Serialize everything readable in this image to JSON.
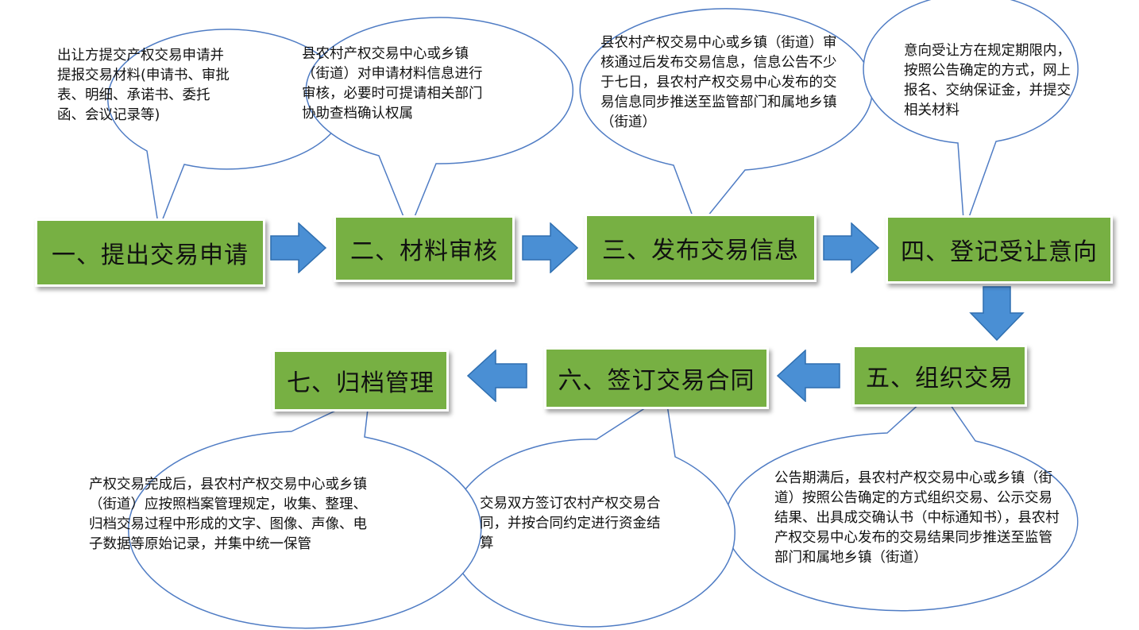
{
  "colors": {
    "step_fill": "#77b043",
    "arrow_fill": "#4a8fd4",
    "arrow_stroke": "#2f6fb0",
    "bubble_stroke": "#4f7cc4"
  },
  "steps": [
    {
      "label": "一、提出交易申请"
    },
    {
      "label": "二、材料审核"
    },
    {
      "label": "三、发布交易信息"
    },
    {
      "label": "四、登记受让意向"
    },
    {
      "label": "五、组织交易"
    },
    {
      "label": "六、签订交易合同"
    },
    {
      "label": "七、归档管理"
    }
  ],
  "bubbles": [
    {
      "text": "出让方提交产权交易申请并提报交易材料(申请书、审批表、明细、承诺书、委托函、会议记录等)"
    },
    {
      "text": "县农村产权交易中心或乡镇（街道）对申请材料信息进行审核，必要时可提请相关部门协助查档确认权属"
    },
    {
      "text": "县农村产权交易中心或乡镇（街道）审核通过后发布交易信息，信息公告不少于七日，县农村产权交易中心发布的交易信息同步推送至监管部门和属地乡镇（街道）"
    },
    {
      "text": "意向受让方在规定期限内，按照公告确定的方式，网上报名、交纳保证金，并提交相关材料"
    },
    {
      "text": "公告期满后，县农村产权交易中心或乡镇（街道）按照公告确定的方式组织交易、公示交易结果、出具成交确认书（中标通知书），县农村产权交易中心发布的交易结果同步推送至监管部门和属地乡镇（街道）"
    },
    {
      "text": "交易双方签订农村产权交易合同，并按合同约定进行资金结算"
    },
    {
      "text": "产权交易完成后，县农村产权交易中心或乡镇（街道）应按照档案管理规定，收集、整理、归档交易过程中形成的文字、图像、声像、电子数据等原始记录，并集中统一保管"
    }
  ]
}
